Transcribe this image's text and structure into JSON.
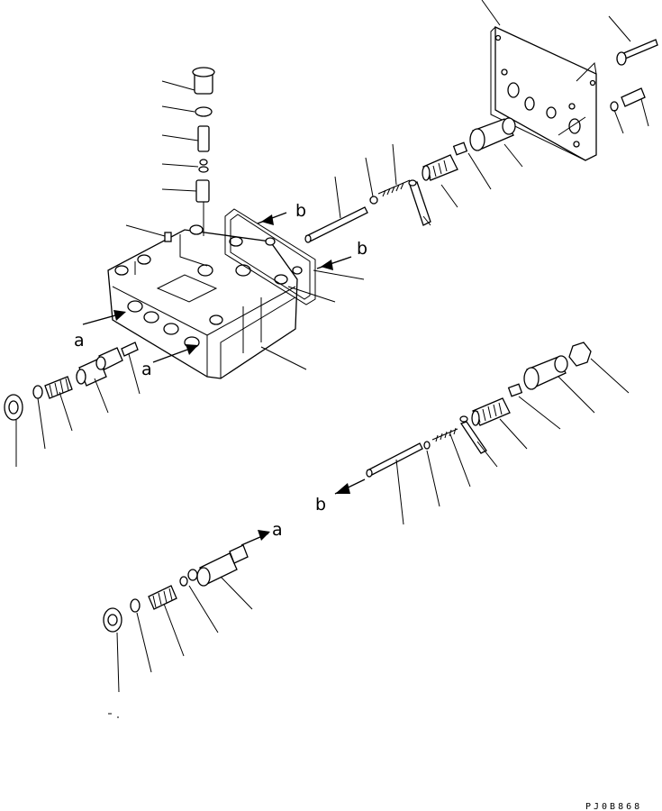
{
  "labels": {
    "a": "a",
    "b": "b"
  },
  "drawing_code": "PJ0B868"
}
